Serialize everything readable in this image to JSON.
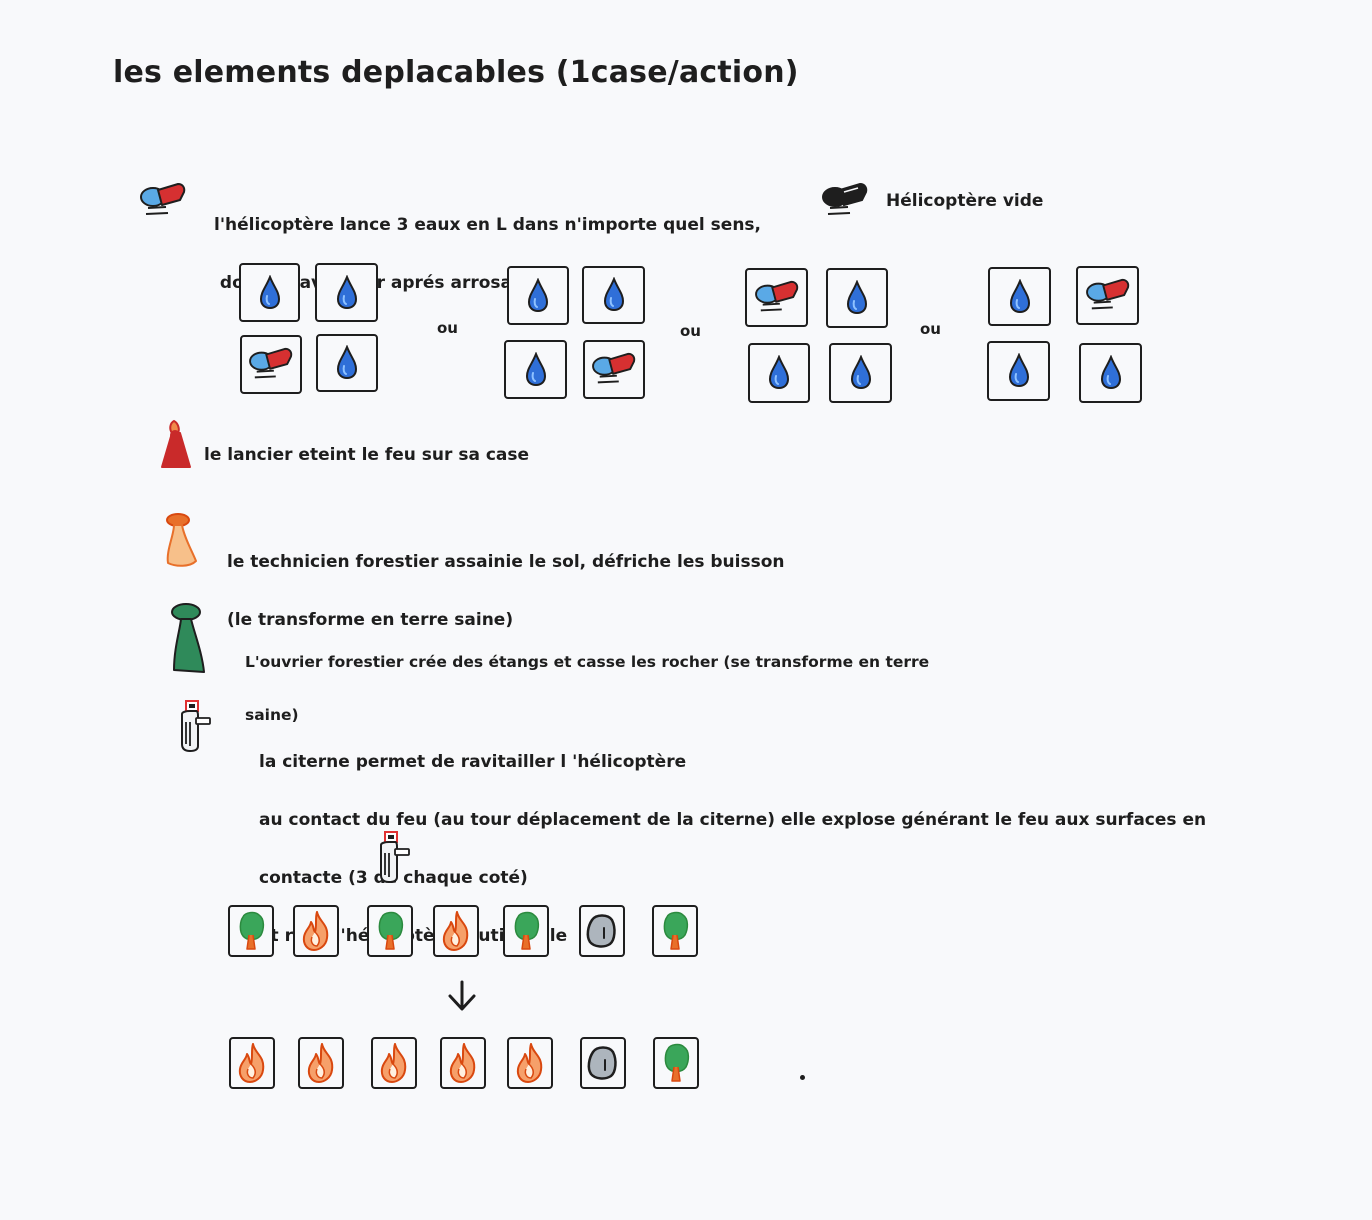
{
  "title": "les elements deplacables (1case/action)",
  "helicopter": {
    "text_line1": "l'hélicoptère lance 3 eaux en L dans n'importe quel sens,",
    "text_line2": " doit se ravitailler aprés arrosage",
    "empty_label": "Hélicoptère vide",
    "or_label": "ou"
  },
  "lancier": {
    "text": "le lancier eteint le feu sur sa case"
  },
  "technicien": {
    "text_line1": "le technicien forestier assainie le sol, défriche les buisson",
    "text_line2": "(le transforme en terre saine)"
  },
  "ouvrier": {
    "text_line1": "L'ouvrier forestier crée des étangs et casse les rocher (se transforme en terre",
    "text_line2": "saine)"
  },
  "citerne": {
    "text_line1": "la citerne permet de ravitailler l 'hélicoptère",
    "text_line2": "au contact du feu (au tour déplacement de la citerne) elle explose générant le feu aux surfaces en",
    "text_line3": "contacte (3 de chaque coté)",
    "text_line4": "et rend l'hélicoptère inutilisable"
  },
  "example": {
    "before": [
      "tree",
      "fire",
      "tree",
      "fire",
      "tree",
      "rock",
      "tree"
    ],
    "after": [
      "fire",
      "fire",
      "fire",
      "fire",
      "fire",
      "rock",
      "tree"
    ]
  },
  "colors": {
    "ink": "#1e1e1e",
    "water": "#2f6fd8",
    "heli_red": "#d63031",
    "heli_blue": "#5aa9e6",
    "lancier_red": "#c92a2a",
    "technicien_orange": "#f7c08a",
    "ouvrier_green": "#2f8a5a",
    "fire": "#f08a4b",
    "tree_green": "#3aa65a",
    "trunk": "#e8702a",
    "rock": "#adb5bd",
    "citerne_red": "#e03131"
  }
}
